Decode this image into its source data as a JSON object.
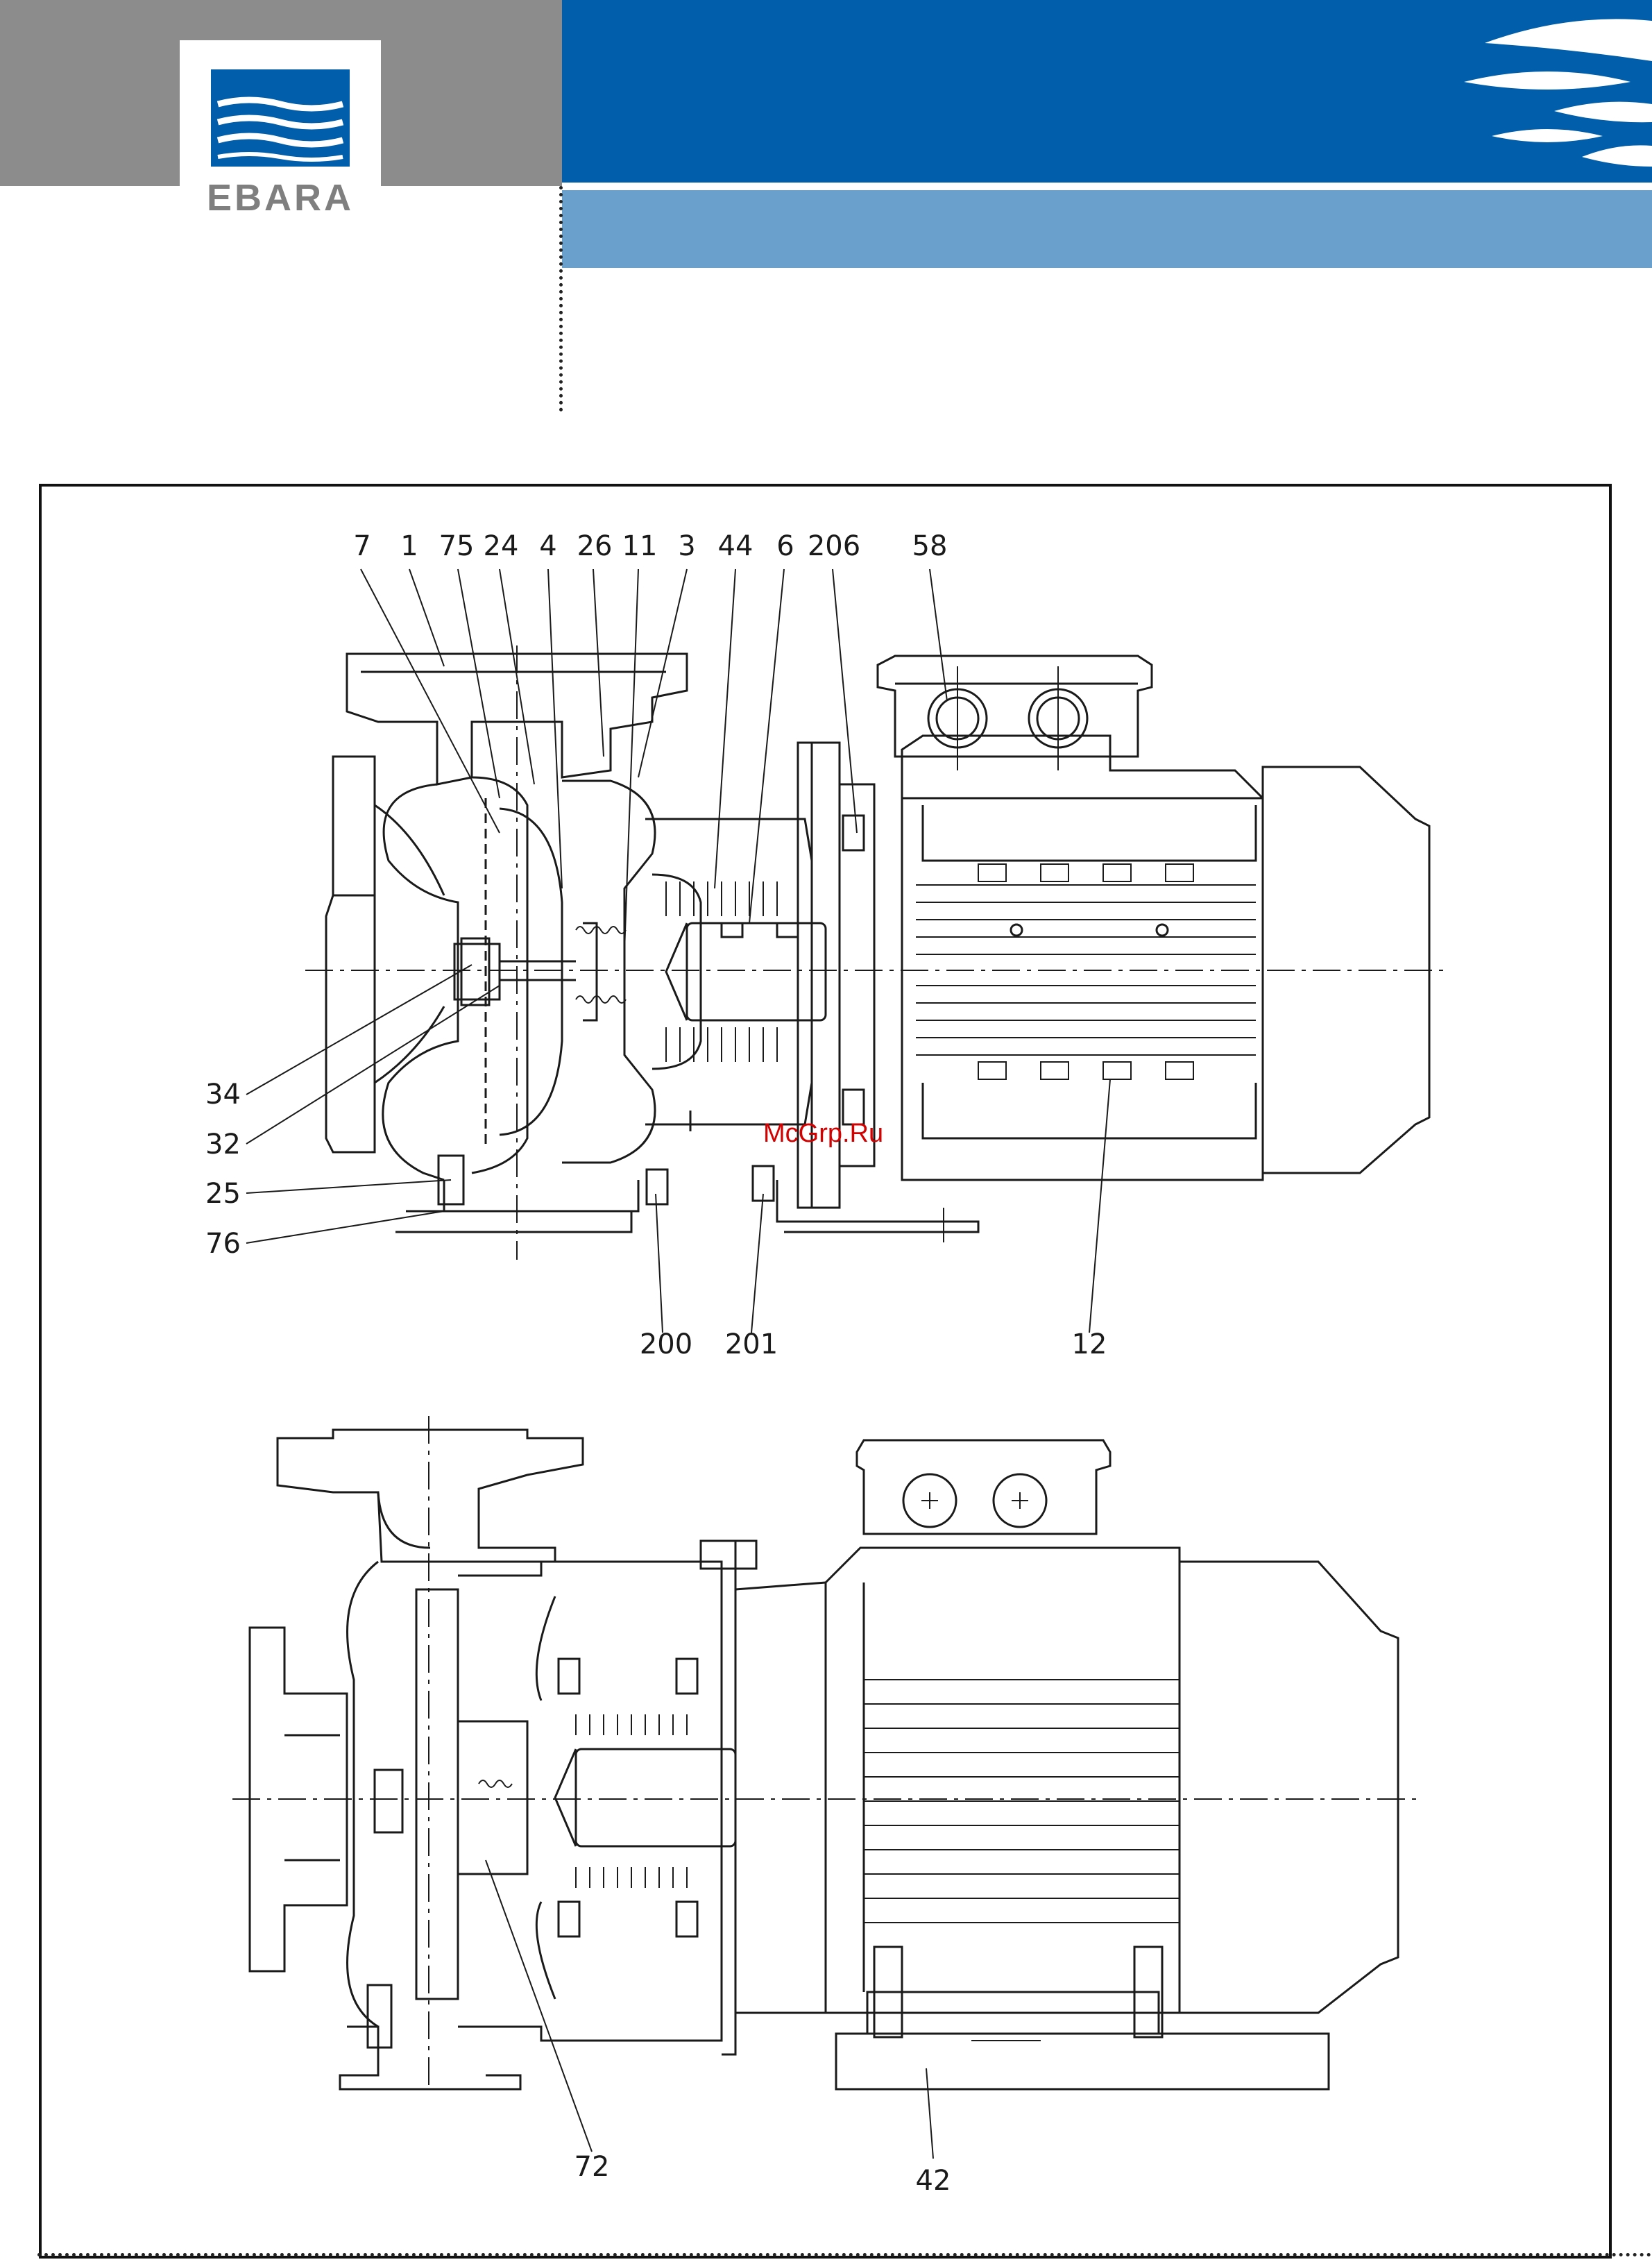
{
  "brand": {
    "logo_text": "EBARA"
  },
  "watermark": "McGrp.Ru",
  "colors": {
    "brand_blue": "#005eaa",
    "light_blue": "#6aa0cc",
    "grey": "#8c8c8c",
    "line": "#1a1a1a"
  },
  "callouts_top": [
    "7",
    "1",
    "75",
    "24",
    "4",
    "26",
    "11",
    "3",
    "44",
    "6",
    "206",
    "58"
  ],
  "callouts_left": [
    "34",
    "32",
    "25",
    "76"
  ],
  "callouts_bottom": [
    "200",
    "201",
    "12"
  ],
  "callouts_lower_view": [
    "72",
    "42"
  ]
}
